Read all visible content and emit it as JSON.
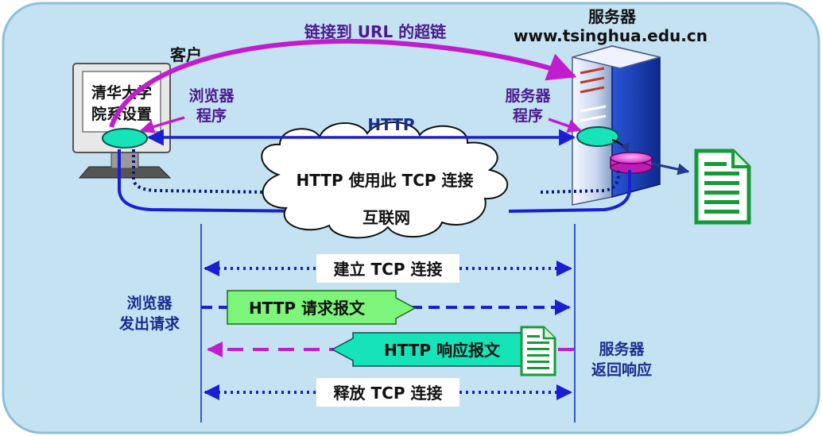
{
  "labels": {
    "client": "客户",
    "hyperlink": "链接到 URL 的超链",
    "server_title": "服务器",
    "server_url": "www.tsinghua.edu.cn",
    "browser_program_line1": "浏览器",
    "browser_program_line2": "程序",
    "server_program_line1": "服务器",
    "server_program_line2": "程序",
    "http": "HTTP",
    "http_uses_tcp": "HTTP 使用此 TCP 连接",
    "internet": "互联网",
    "screen_line1": "清华大学",
    "screen_line2": "院系设置"
  },
  "sequence": {
    "establish_tcp": "建立 TCP 连接",
    "browser_sends_line1": "浏览器",
    "browser_sends_line2": "发出请求",
    "http_request": "HTTP 请求报文",
    "http_response": "HTTP 响应报文",
    "server_returns_line1": "服务器",
    "server_returns_line2": "返回响应",
    "release_tcp": "释放 TCP 连接"
  },
  "colors": {
    "background": "#c4e2f2",
    "border": "#8dbfd8",
    "hyperlink_arrow": "#c21ccf",
    "connection_line": "#1b1fd2",
    "request_box": "#7cf57a",
    "response_box": "#16e3b8",
    "document_green": "#159a3a",
    "disk_pink": "#e83cd8"
  },
  "icons": [
    "computer-monitor-icon",
    "server-tower-icon",
    "document-icon",
    "cloud-icon"
  ]
}
